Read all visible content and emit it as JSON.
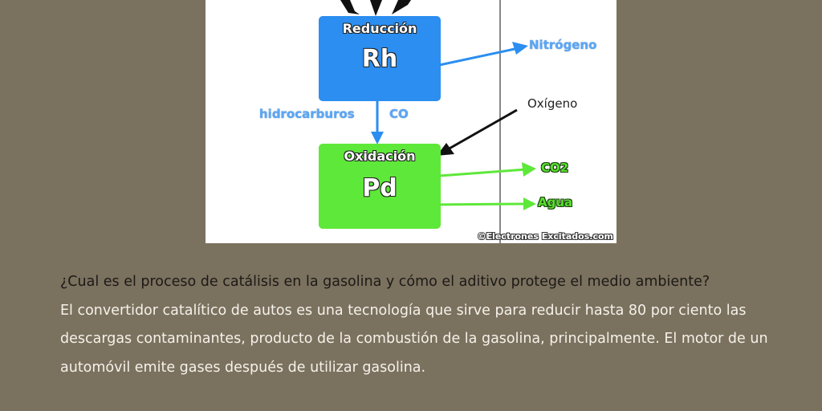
{
  "figure": {
    "reduction_box": {
      "title": "Reducción",
      "symbol": "Rh",
      "color": "#2b8ef0"
    },
    "oxidation_box": {
      "title": "Oxidación",
      "symbol": "Pd",
      "color": "#5ee83a"
    },
    "labels": {
      "nitrogen": "Nitrógeno",
      "oxygen": "Oxígeno",
      "hydrocarbons": "hidrocarburos",
      "co": "CO",
      "co2": "CO2",
      "water": "Agua"
    },
    "credit": "©Electrones Excitados.com"
  },
  "article": {
    "question": "¿Cual es el proceso de catálisis en la gasolina y cómo el aditivo protege el medio ambiente?",
    "answer": "El convertidor catalítico de autos es una tecnología que sirve para reducir hasta 80 por ciento las descargas contaminantes, producto de la combustión de la gasolina, principalmente. El motor de un automóvil emite gases después de utilizar gasolina."
  }
}
